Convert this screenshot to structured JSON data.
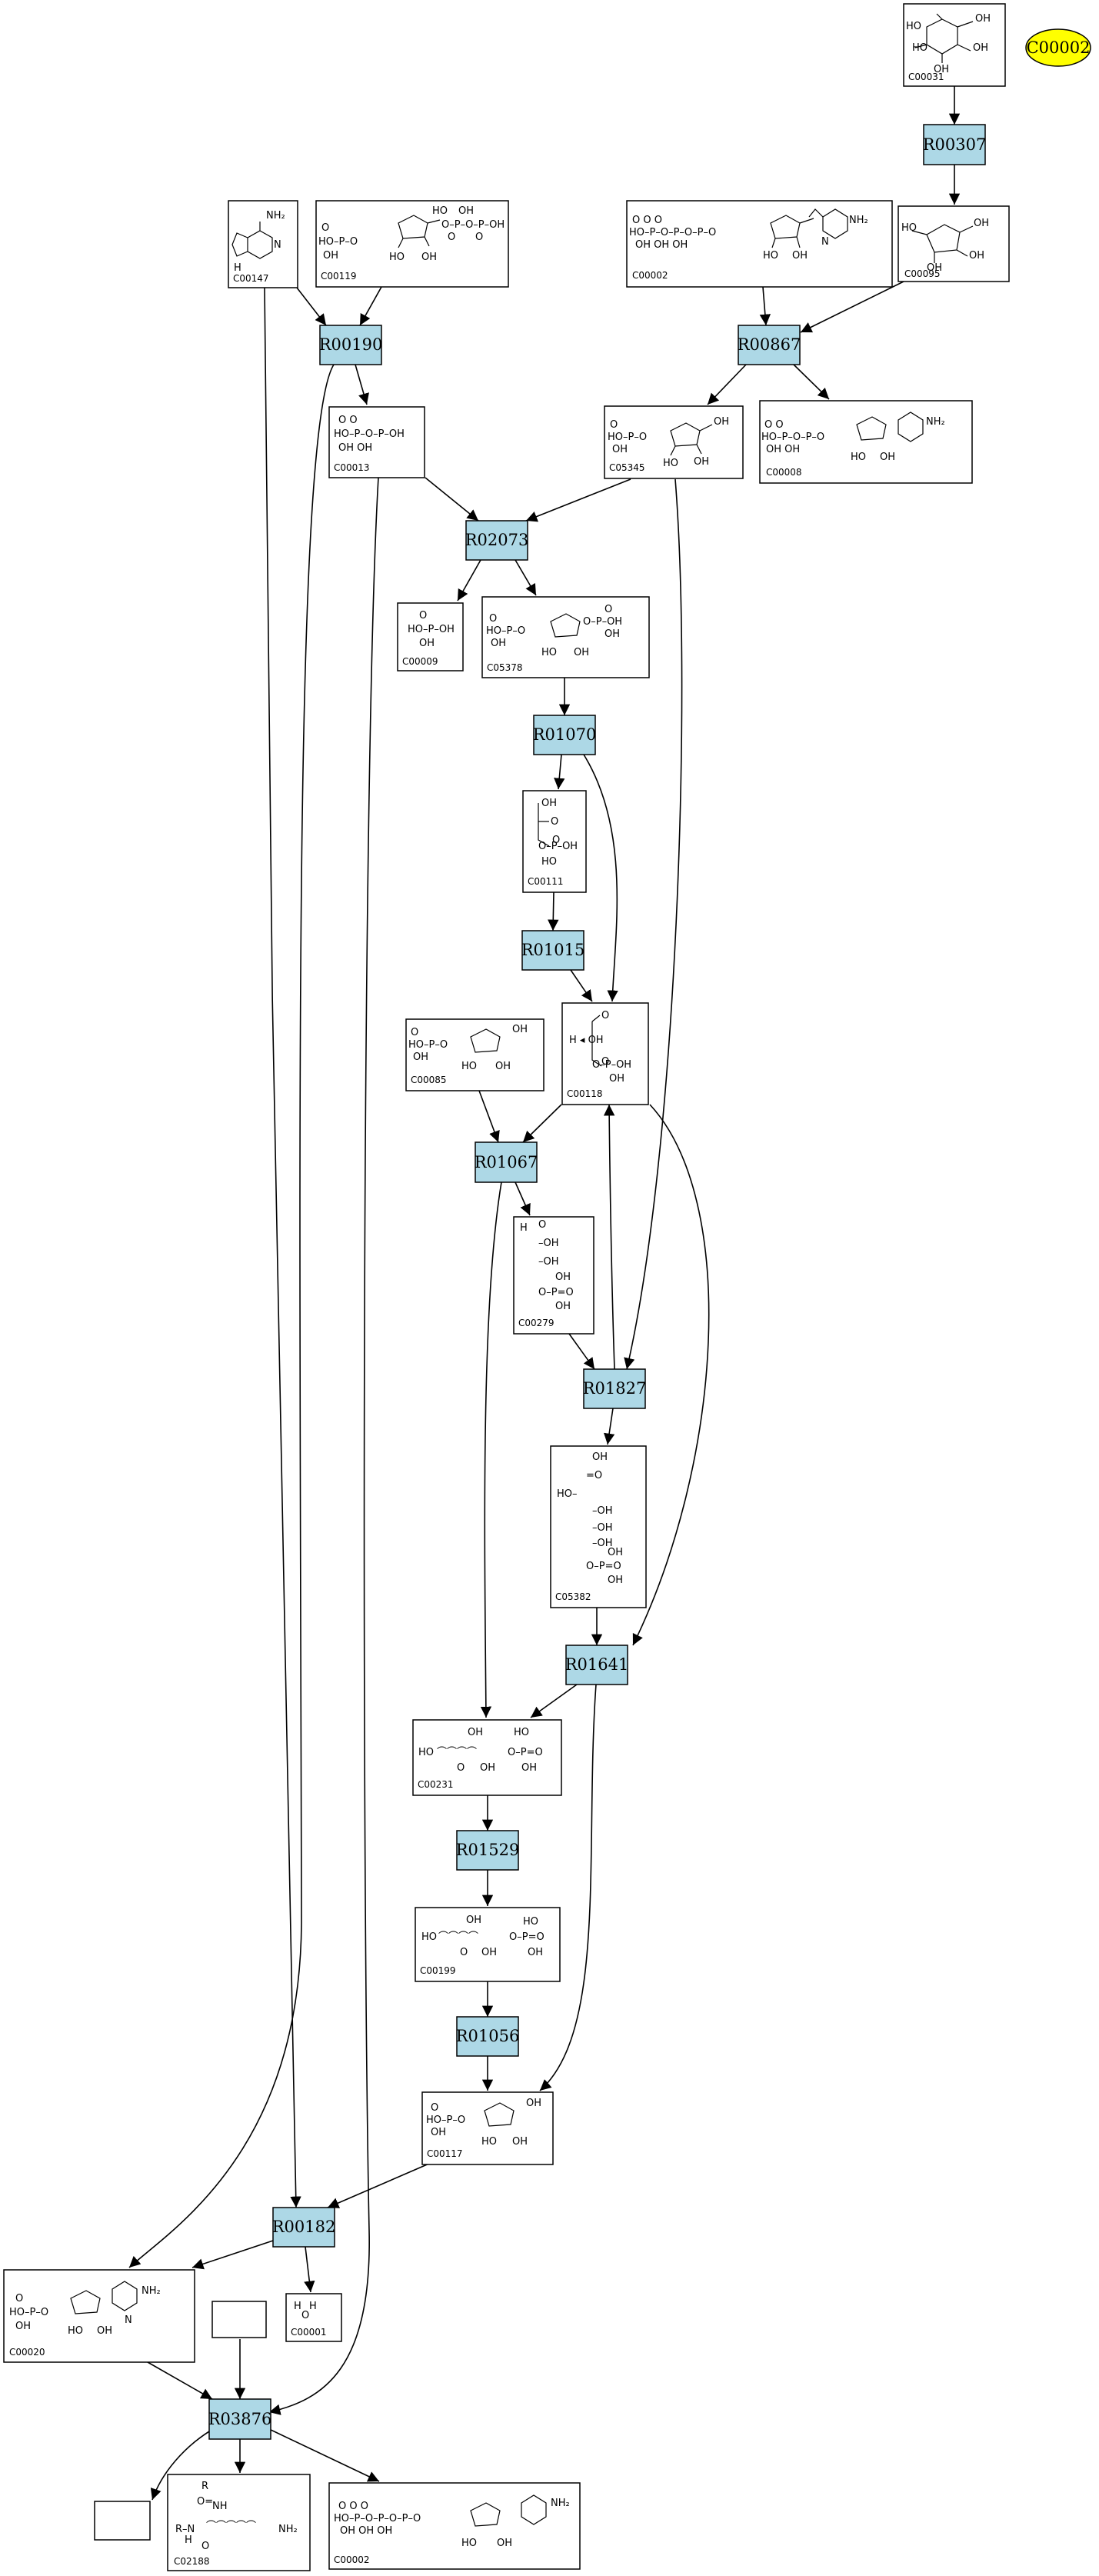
{
  "diagram": {
    "compounds": [
      {
        "id": "C00031",
        "label": "C00031",
        "kind": "pyranose"
      },
      {
        "id": "C00095",
        "label": "C00095",
        "kind": "furanose"
      },
      {
        "id": "C00147",
        "label": "C00147",
        "kind": "adenine"
      },
      {
        "id": "C00119",
        "label": "C00119",
        "kind": "prpp"
      },
      {
        "id": "C00002a",
        "label": "C00002",
        "kind": "atp"
      },
      {
        "id": "C05345",
        "label": "C05345",
        "kind": "furanose-p"
      },
      {
        "id": "C00008",
        "label": "C00008",
        "kind": "adp"
      },
      {
        "id": "C00013",
        "label": "C00013",
        "kind": "pyrophosphate"
      },
      {
        "id": "C00009",
        "label": "C00009",
        "kind": "phosphate"
      },
      {
        "id": "C05378",
        "label": "C05378",
        "kind": "furanose-bisp"
      },
      {
        "id": "C00111",
        "label": "C00111",
        "kind": "dhap"
      },
      {
        "id": "C00118",
        "label": "C00118",
        "kind": "g3p"
      },
      {
        "id": "C00085",
        "label": "C00085",
        "kind": "furanose-p"
      },
      {
        "id": "C00279",
        "label": "C00279",
        "kind": "e4p"
      },
      {
        "id": "C05382",
        "label": "C05382",
        "kind": "s7p"
      },
      {
        "id": "C00231",
        "label": "C00231",
        "kind": "x5p"
      },
      {
        "id": "C00199",
        "label": "C00199",
        "kind": "ru5p"
      },
      {
        "id": "C00117",
        "label": "C00117",
        "kind": "r5p"
      },
      {
        "id": "C00020",
        "label": "C00020",
        "kind": "amp"
      },
      {
        "id": "C00001",
        "label": "C00001",
        "kind": "water"
      },
      {
        "id": "C02188",
        "label": "C02188",
        "kind": "lysine"
      },
      {
        "id": "C00002b",
        "label": "C00002",
        "kind": "atp"
      },
      {
        "id": "blank1",
        "label": "",
        "kind": "empty"
      },
      {
        "id": "blank2",
        "label": "",
        "kind": "empty"
      }
    ],
    "reactions": [
      {
        "id": "R00307",
        "label": "R00307"
      },
      {
        "id": "R00190",
        "label": "R00190"
      },
      {
        "id": "R00867",
        "label": "R00867"
      },
      {
        "id": "R02073",
        "label": "R02073"
      },
      {
        "id": "R01070",
        "label": "R01070"
      },
      {
        "id": "R01015",
        "label": "R01015"
      },
      {
        "id": "R01067",
        "label": "R01067"
      },
      {
        "id": "R01827",
        "label": "R01827"
      },
      {
        "id": "R01641",
        "label": "R01641"
      },
      {
        "id": "R01529",
        "label": "R01529"
      },
      {
        "id": "R01056",
        "label": "R01056"
      },
      {
        "id": "R00182",
        "label": "R00182"
      },
      {
        "id": "R03876",
        "label": "R03876"
      }
    ],
    "highlight": {
      "label": "C00002",
      "color": "#ffff00"
    },
    "reaction_color": "#add8e6"
  }
}
